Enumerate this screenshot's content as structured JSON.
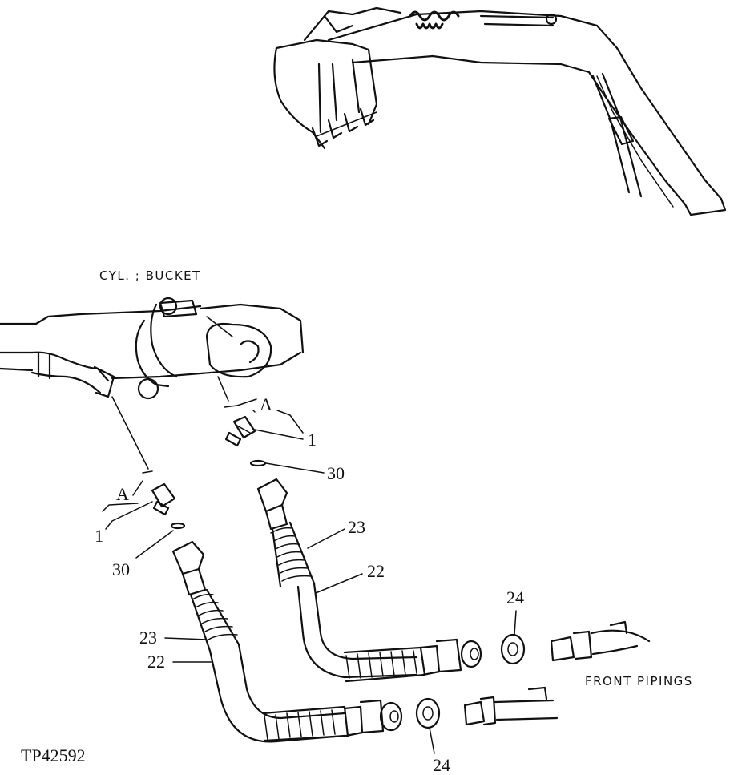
{
  "captions": {
    "cylinder": "CYL. ; BUCKET",
    "front_pipings": "FRONT PIPINGS",
    "figure_id": "TP42592"
  },
  "callouts": {
    "a_right": "A",
    "a_left": "A",
    "fitting_right": "1",
    "fitting_left": "1",
    "oring_right": "30",
    "oring_left": "30",
    "sleeve_right": "23",
    "hose_right": "22",
    "sleeve_left": "23",
    "hose_left": "22",
    "seal_upper": "24",
    "seal_lower": "24"
  }
}
